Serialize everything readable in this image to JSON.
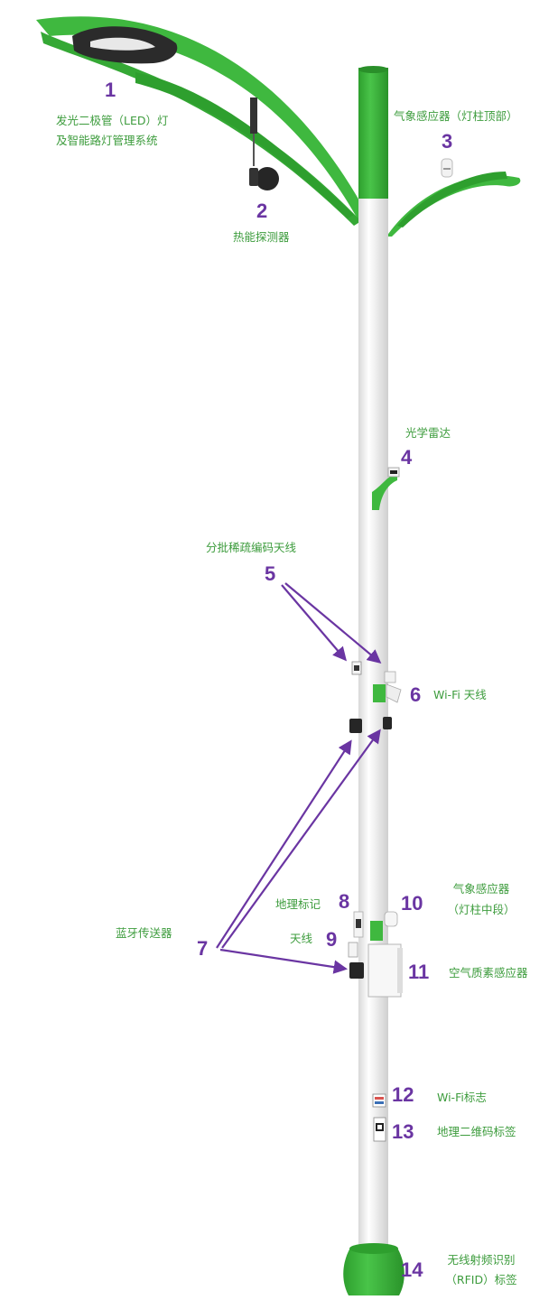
{
  "callouts": [
    {
      "id": "1",
      "label_lines": [
        "发光二极管（LED）灯",
        "及智能路灯管理系统"
      ]
    },
    {
      "id": "2",
      "label_lines": [
        "热能探测器"
      ]
    },
    {
      "id": "3",
      "label_lines": [
        "气象感应器（灯柱顶部）"
      ]
    },
    {
      "id": "4",
      "label_lines": [
        "光学雷达"
      ]
    },
    {
      "id": "5",
      "label_lines": [
        "分批稀疏编码天线"
      ]
    },
    {
      "id": "6",
      "label_lines": [
        "Wi-Fi 天线"
      ]
    },
    {
      "id": "7",
      "label_lines": [
        "蓝牙传送器"
      ]
    },
    {
      "id": "8",
      "label_lines": [
        "地理标记"
      ]
    },
    {
      "id": "9",
      "label_lines": [
        "天线"
      ]
    },
    {
      "id": "10",
      "label_lines": [
        "气象感应器",
        "（灯柱中段）"
      ]
    },
    {
      "id": "11",
      "label_lines": [
        "空气质素感应器"
      ]
    },
    {
      "id": "12",
      "label_lines": [
        "Wi-Fi标志"
      ]
    },
    {
      "id": "13",
      "label_lines": [
        "地理二维码标签"
      ]
    },
    {
      "id": "14",
      "label_lines": [
        "无线射频识别",
        "（RFID）标签"
      ]
    }
  ],
  "colors": {
    "pole_green": "#3fb83f",
    "pole_white": "#f4f4f4",
    "number_purple": "#6a35a2",
    "label_green": "#3d9c3d",
    "arrow_purple": "#6a35a2",
    "device_black": "#262626"
  }
}
